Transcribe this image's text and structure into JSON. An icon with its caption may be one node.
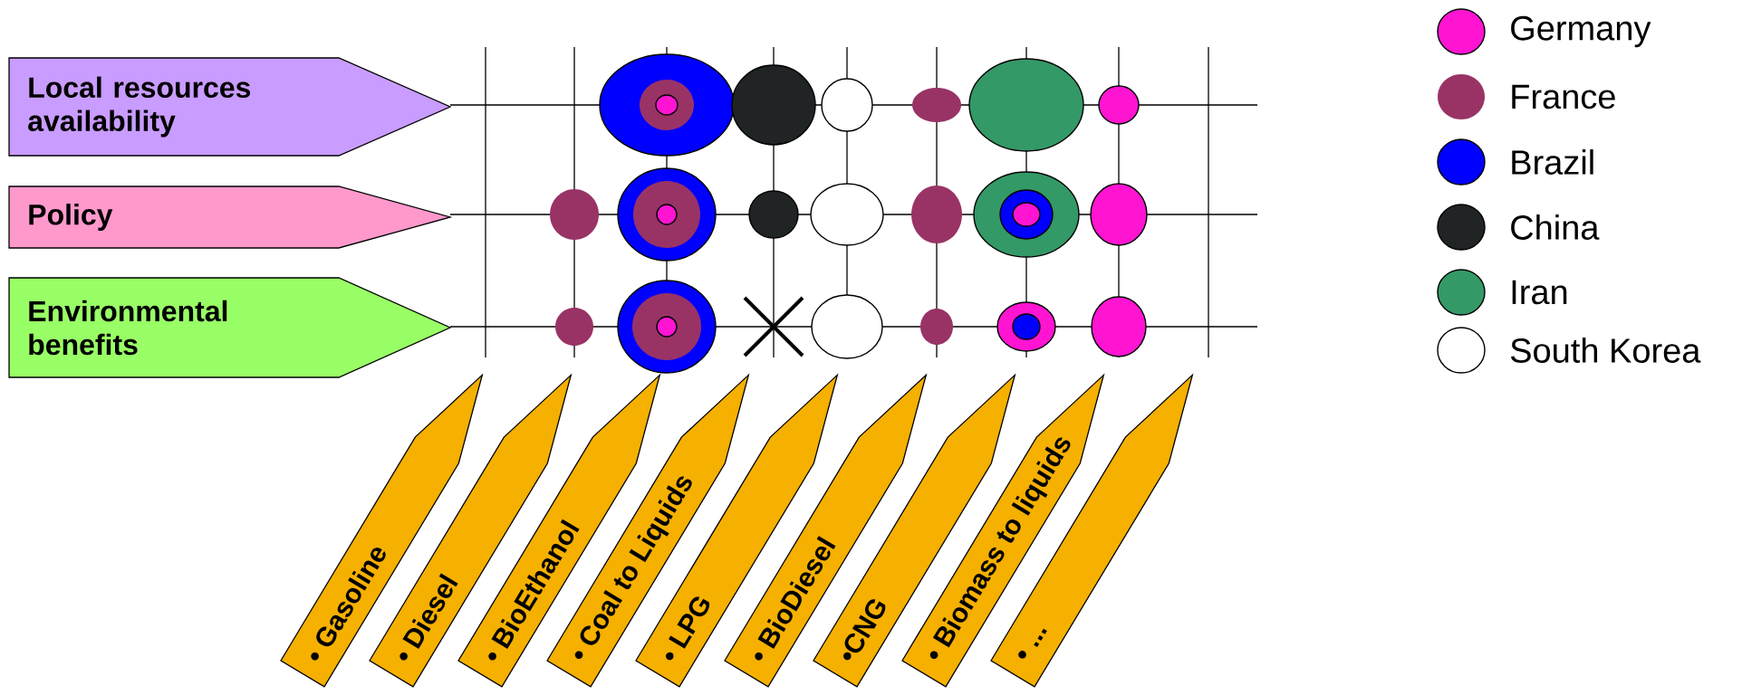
{
  "diagram": {
    "nodes": [
      {
        "text": [
          "Local resources availability"
        ]
      },
      {
        "text": [
          "Policy"
        ]
      },
      {
        "text": [
          "Environmental benefits"
        ]
      },
      {
        "text": [
          "• Gasoline"
        ]
      },
      {
        "text": [
          "• Diesel"
        ]
      },
      {
        "text": [
          "• BioEthanol"
        ]
      },
      {
        "text": [
          "• Coal to Liquids"
        ]
      },
      {
        "text": [
          "• LPG"
        ]
      },
      {
        "text": [
          "• BioDiesel"
        ]
      },
      {
        "text": [
          "•CNG"
        ]
      },
      {
        "text": [
          "• Biomass to liquids"
        ]
      },
      {
        "text": [
          "• ..."
        ]
      }
    ],
    "legend": [
      {
        "text": "Germany",
        "color": "#ff14d2"
      },
      {
        "text": "France",
        "color": "#993366"
      },
      {
        "text": "Brazil",
        "color": "#0000ff"
      },
      {
        "text": "China",
        "color": "#212425"
      },
      {
        "text": "Iran",
        "color": "#339966"
      },
      {
        "text": "South Korea"
      }
    ]
  }
}
